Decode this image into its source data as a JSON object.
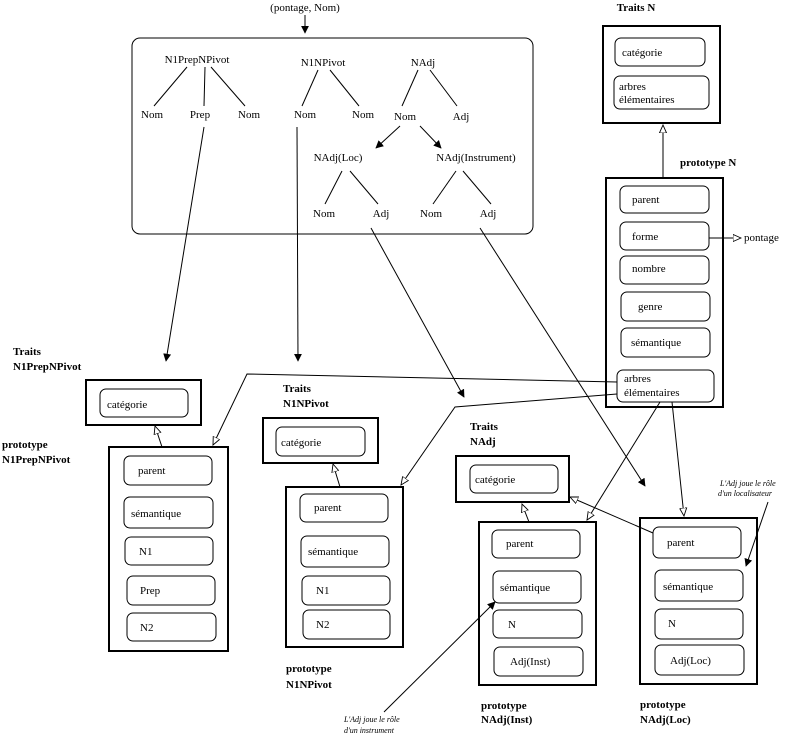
{
  "top_label": "(pontage, Nom)",
  "trees": {
    "n1prep": {
      "root": "N1PrepNPivot",
      "leaf1": "Nom",
      "leaf2": "Prep",
      "leaf3": "Nom"
    },
    "n1n": {
      "root": "N1NPivot",
      "leaf1": "Nom",
      "leaf2": "Nom"
    },
    "nadj": {
      "root": "NAdj",
      "leaf1": "Nom",
      "leaf2": "Adj"
    },
    "nadj_loc": {
      "root": "NAdj(Loc)",
      "leaf1": "Nom",
      "leaf2": "Adj"
    },
    "nadj_inst": {
      "root": "NAdj(Instrument)",
      "leaf1": "Nom",
      "leaf2": "Adj"
    }
  },
  "traits_n": {
    "title": "Traits N",
    "slot1": "catégorie",
    "slot2a": "arbres",
    "slot2b": "élémentaires"
  },
  "proto_n": {
    "title": "prototype N",
    "slots": [
      "parent",
      "forme",
      "nombre",
      "genre",
      "sémantique"
    ],
    "last_a": "arbres",
    "last_b": "élémentaires",
    "pontage": "pontage"
  },
  "traits_n1prep": {
    "t1": "Traits",
    "t2": "N1PrepNPivot",
    "slot": "catégorie"
  },
  "proto_n1prep": {
    "t1": "prototype",
    "t2": "N1PrepNPivot",
    "slots": [
      "parent",
      "sémantique",
      "N1",
      "Prep",
      "N2"
    ]
  },
  "traits_n1n": {
    "t1": "Traits",
    "t2": "N1NPivot",
    "slot": "catégorie"
  },
  "proto_n1n": {
    "t1": "prototype",
    "t2": "N1NPivot",
    "slots": [
      "parent",
      "sémantique",
      "N1",
      "N2"
    ]
  },
  "traits_nadj": {
    "t1": "Traits",
    "t2": "NAdj",
    "slot": "catégorie"
  },
  "proto_inst": {
    "t1": "prototype",
    "t2": "NAdj(Inst)",
    "slots": [
      "parent",
      "sémantique",
      "N",
      "Adj(Inst)"
    ]
  },
  "proto_loc": {
    "t1": "prototype",
    "t2": "NAdj(Loc)",
    "slots": [
      "parent",
      "sémantique",
      "N",
      "Adj(Loc)"
    ]
  },
  "note_inst": {
    "l1": "L'Adj joue le rôle",
    "l2": "d'un instrument"
  },
  "note_loc": {
    "l1": "L'Adj joue le rôle",
    "l2": "d'un localisateur"
  }
}
